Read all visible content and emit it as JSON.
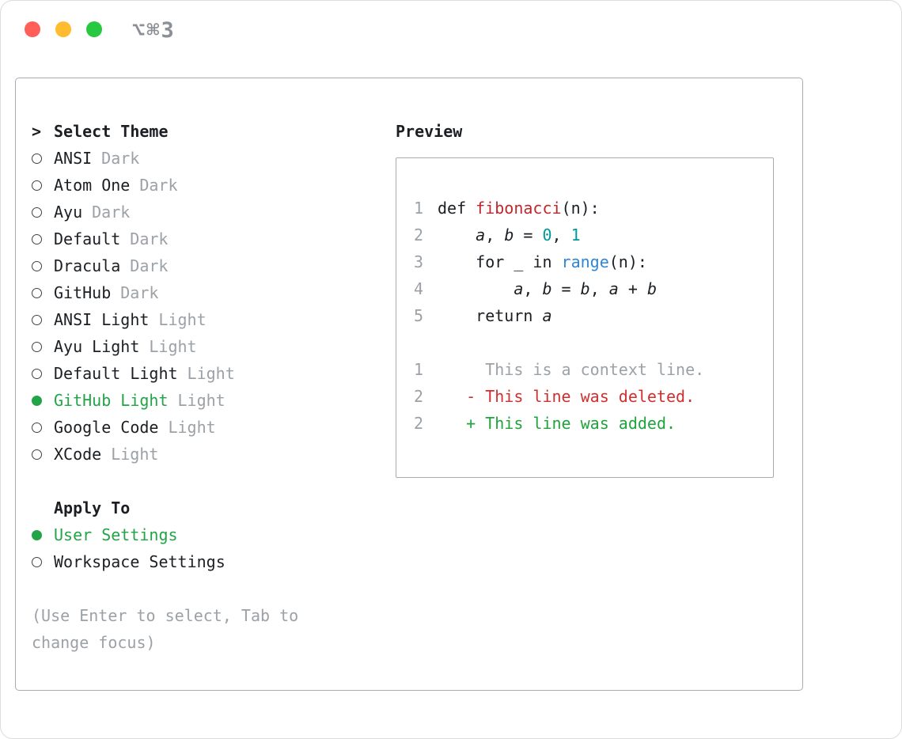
{
  "window": {
    "title": "⌥⌘3"
  },
  "colors": {
    "text_color": "#1b1f23",
    "muted_gray": "#9ba1a6",
    "line_number_gray": "#9ba1a6",
    "accent_green": "#22a447",
    "diff_green": "#1fa33c",
    "diff_red": "#d12f2f",
    "function_red": "#c0272d",
    "number_teal": "#009999",
    "builtin_blue": "#2f86d6",
    "border_gray": "#a6acb2",
    "title_gray": "#8b9096",
    "light_red": "#ff5f57",
    "light_yellow": "#febc2e",
    "light_green": "#28c840"
  },
  "theme_picker": {
    "header_prefix": ">",
    "header": "Select Theme",
    "items": [
      {
        "name": "ANSI",
        "variant": "Dark",
        "selected": false
      },
      {
        "name": "Atom One",
        "variant": "Dark",
        "selected": false
      },
      {
        "name": "Ayu",
        "variant": "Dark",
        "selected": false
      },
      {
        "name": "Default",
        "variant": "Dark",
        "selected": false
      },
      {
        "name": "Dracula",
        "variant": "Dark",
        "selected": false
      },
      {
        "name": "GitHub",
        "variant": "Dark",
        "selected": false
      },
      {
        "name": "ANSI Light",
        "variant": "Light",
        "selected": false
      },
      {
        "name": "Ayu Light",
        "variant": "Light",
        "selected": false
      },
      {
        "name": "Default Light",
        "variant": "Light",
        "selected": false
      },
      {
        "name": "GitHub Light",
        "variant": "Light",
        "selected": true
      },
      {
        "name": "Google Code",
        "variant": "Light",
        "selected": false
      },
      {
        "name": "XCode",
        "variant": "Light",
        "selected": false
      }
    ],
    "apply_header": "Apply To",
    "apply_options": [
      {
        "label": "User Settings",
        "selected": true
      },
      {
        "label": "Workspace Settings",
        "selected": false
      }
    ],
    "hint": "(Use Enter to select, Tab to change focus)"
  },
  "preview": {
    "header": "Preview",
    "lines": [
      {
        "num": "1",
        "tokens": [
          {
            "t": "def "
          },
          {
            "t": "fibonacci",
            "s": "func"
          },
          {
            "t": "(n):"
          }
        ]
      },
      {
        "num": "2",
        "tokens": [
          {
            "t": "    "
          },
          {
            "t": "a",
            "s": "var"
          },
          {
            "t": ", "
          },
          {
            "t": "b",
            "s": "var"
          },
          {
            "t": " = "
          },
          {
            "t": "0",
            "s": "num"
          },
          {
            "t": ", "
          },
          {
            "t": "1",
            "s": "num"
          }
        ]
      },
      {
        "num": "3",
        "tokens": [
          {
            "t": "    for _ in "
          },
          {
            "t": "range",
            "s": "builtin"
          },
          {
            "t": "(n):"
          }
        ]
      },
      {
        "num": "4",
        "tokens": [
          {
            "t": "        "
          },
          {
            "t": "a",
            "s": "var"
          },
          {
            "t": ", "
          },
          {
            "t": "b",
            "s": "var"
          },
          {
            "t": " = "
          },
          {
            "t": "b",
            "s": "var"
          },
          {
            "t": ", "
          },
          {
            "t": "a",
            "s": "var"
          },
          {
            "t": " + "
          },
          {
            "t": "b",
            "s": "var"
          }
        ]
      },
      {
        "num": "5",
        "tokens": [
          {
            "t": "    return "
          },
          {
            "t": "a",
            "s": "var"
          }
        ]
      },
      {
        "num": "",
        "tokens": []
      },
      {
        "num": "1",
        "tokens": [
          {
            "t": "     This is a context line.",
            "s": "gray"
          }
        ]
      },
      {
        "num": "2",
        "tokens": [
          {
            "t": "   - This line was deleted.",
            "s": "del"
          }
        ]
      },
      {
        "num": "2",
        "tokens": [
          {
            "t": "   + This line was added.",
            "s": "add"
          }
        ]
      }
    ]
  }
}
